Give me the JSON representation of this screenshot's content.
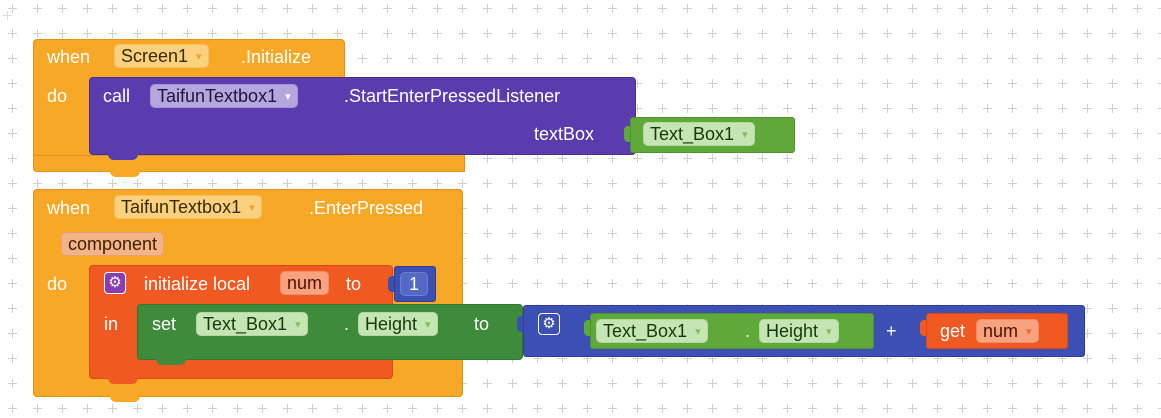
{
  "block1": {
    "when": "when",
    "component": "Screen1",
    "event": ".Initialize",
    "do": "do",
    "call": {
      "call": "call",
      "component": "TaifunTextbox1",
      "method": ".StartEnterPressedListener",
      "param_label": "textBox",
      "param_value": "Text_Box1"
    }
  },
  "block2": {
    "when": "when",
    "component": "TaifunTextbox1",
    "event": ".EnterPressed",
    "param": "component",
    "do": "do",
    "local": {
      "label": "initialize local",
      "var_name": "num",
      "to": "to",
      "value": "1",
      "in": "in"
    },
    "set": {
      "set": "set",
      "component": "Text_Box1",
      "dot": ".",
      "property": "Height",
      "to": "to",
      "expr_component": "Text_Box1",
      "expr_dot": ".",
      "expr_property": "Height",
      "operator": "+",
      "get": "get",
      "get_var": "num"
    }
  },
  "icons": {
    "dropdown": "▾",
    "mutator": "⚙"
  },
  "colors": {
    "event": "#F7A827",
    "method": "#5B3CAE",
    "component": "#5FA83A",
    "setter": "#3F8B3C",
    "variable": "#F05A22",
    "math": "#3C4FB3"
  }
}
